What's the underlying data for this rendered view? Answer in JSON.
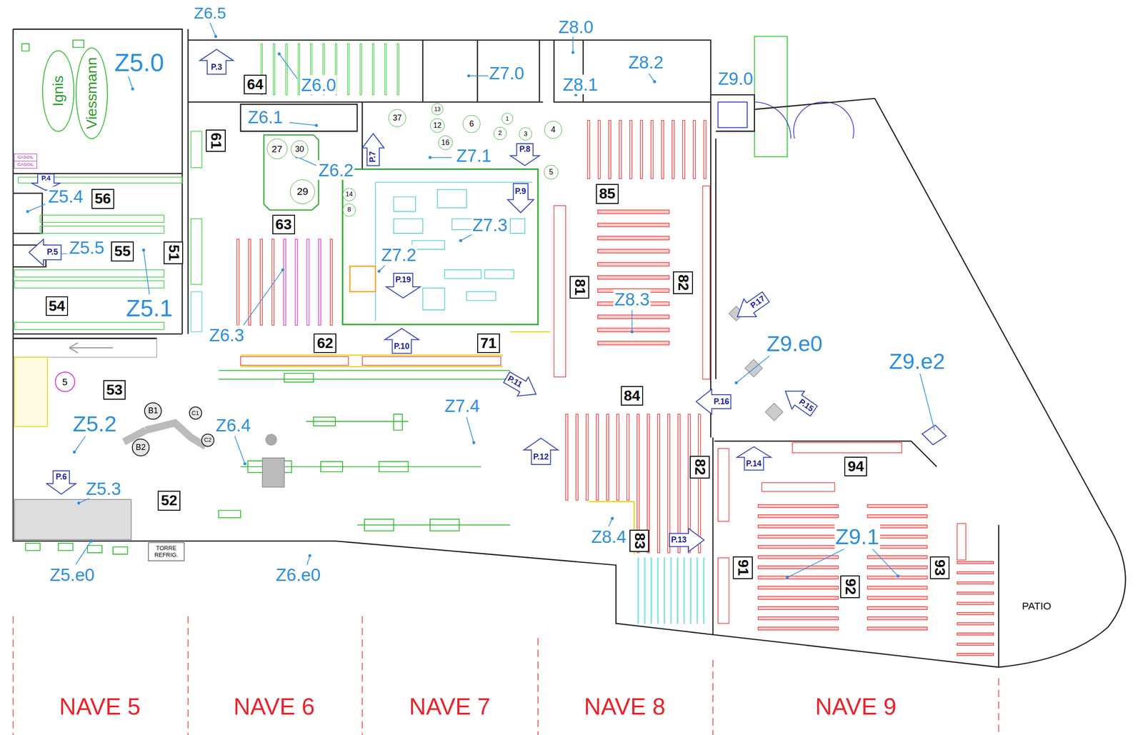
{
  "diagram": {
    "nodes": [
      {
        "text": [
          "Ignis"
        ]
      },
      {
        "text": [
          "Viessmann"
        ]
      },
      {
        "text": [
          "GASOIL"
        ]
      },
      {
        "text": [
          "GASOIL"
        ]
      },
      {
        "text": [
          "P.3"
        ]
      },
      {
        "text": [
          "64"
        ]
      },
      {
        "text": [
          "P.4"
        ]
      },
      {
        "text": [
          "61"
        ]
      },
      {
        "text": [
          "56"
        ]
      },
      {
        "text": [
          "P.5"
        ]
      },
      {
        "text": [
          "55"
        ]
      },
      {
        "text": [
          "51"
        ]
      },
      {
        "text": [
          "54"
        ]
      },
      {
        "text": [
          "37"
        ]
      },
      {
        "text": [
          "13"
        ]
      },
      {
        "text": [
          "12"
        ]
      },
      {
        "text": [
          "16"
        ]
      },
      {
        "text": [
          "6"
        ]
      },
      {
        "text": [
          "1"
        ]
      },
      {
        "text": [
          "2"
        ]
      },
      {
        "text": [
          "3"
        ]
      },
      {
        "text": [
          "4"
        ]
      },
      {
        "text": [
          "5"
        ]
      },
      {
        "text": [
          "27"
        ]
      },
      {
        "text": [
          "30"
        ]
      },
      {
        "text": [
          "29"
        ]
      },
      {
        "text": [
          "14"
        ]
      },
      {
        "text": [
          "8"
        ]
      },
      {
        "text": [
          "P.7"
        ]
      },
      {
        "text": [
          "P.8"
        ]
      },
      {
        "text": [
          "P.9"
        ]
      },
      {
        "text": [
          "63"
        ]
      },
      {
        "text": [
          "P.19"
        ]
      },
      {
        "text": [
          "85"
        ]
      },
      {
        "text": [
          "81"
        ]
      },
      {
        "text": [
          "82"
        ]
      },
      {
        "text": [
          "P.17"
        ]
      },
      {
        "text": [
          "P.10"
        ]
      },
      {
        "text": [
          "62"
        ]
      },
      {
        "text": [
          "71"
        ]
      },
      {
        "text": [
          "P.11"
        ]
      },
      {
        "text": [
          "5"
        ]
      },
      {
        "text": [
          "53"
        ]
      },
      {
        "text": [
          "84"
        ]
      },
      {
        "text": [
          "P.16"
        ]
      },
      {
        "text": [
          "P.15"
        ]
      },
      {
        "text": [
          "B1"
        ]
      },
      {
        "text": [
          "C1"
        ]
      },
      {
        "text": [
          "C2"
        ]
      },
      {
        "text": [
          "B2"
        ]
      },
      {
        "text": [
          "P.12"
        ]
      },
      {
        "text": [
          "P.14"
        ]
      },
      {
        "text": [
          "94"
        ]
      },
      {
        "text": [
          "82"
        ]
      },
      {
        "text": [
          "P.6"
        ]
      },
      {
        "text": [
          "52"
        ]
      },
      {
        "text": [
          "83"
        ]
      },
      {
        "text": [
          "P.13"
        ]
      },
      {
        "text": [
          "TORRE REFRIG."
        ]
      },
      {
        "text": [
          "91"
        ]
      },
      {
        "text": [
          "92"
        ]
      },
      {
        "text": [
          "93"
        ]
      }
    ],
    "labels": [
      "Z6.5",
      "Z8.0",
      "Z5.0",
      "Z8.2",
      "Z7.0",
      "Z9.0",
      "Z8.1",
      "Z6.0",
      "Z6.1",
      "Z7.1",
      "Z6.2",
      "Z5.4",
      "Z7.3",
      "Z5.5",
      "Z7.2",
      "Z8.3",
      "Z5.1",
      "Z6.3",
      "Z9.e0",
      "Z9.e2",
      "Z7.4",
      "Z5.2",
      "Z6.4",
      "Z5.3",
      "Z9.1",
      "Z8.4",
      "Z5.e0",
      "Z6.e0",
      "PATIO",
      "NAVE 5",
      "NAVE 6",
      "NAVE 7",
      "NAVE 8",
      "NAVE 9"
    ]
  }
}
